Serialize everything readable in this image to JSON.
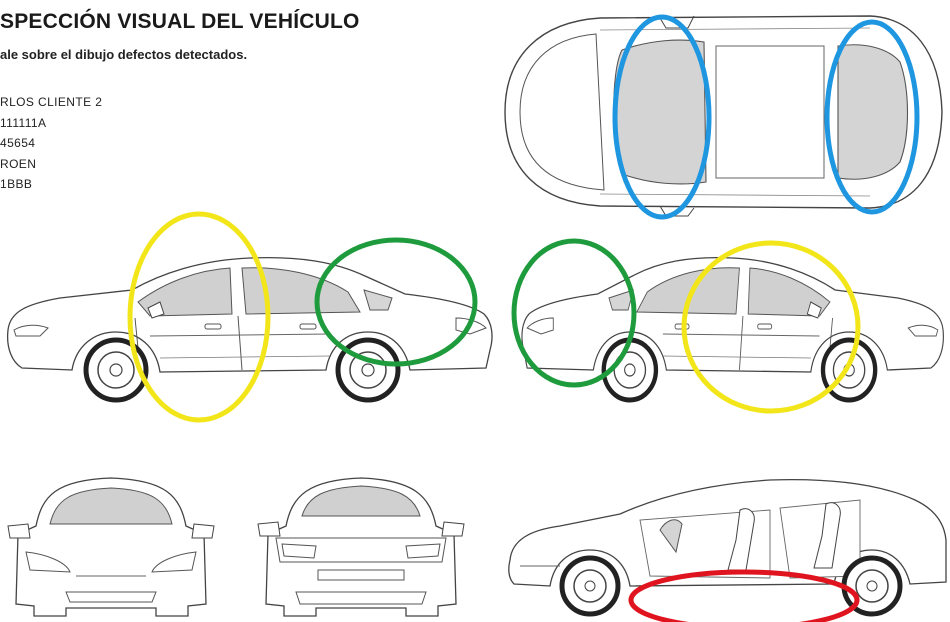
{
  "header": {
    "title": "SPECCIÓN VISUAL DEL VEHÍCULO",
    "subtitle": "ale sobre el dibujo defectos detectados."
  },
  "vehicle_info": [
    "RLOS CLIENTE 2",
    "111111A",
    "45654",
    "ROEN",
    "1BBB"
  ],
  "markings": {
    "blue": "#1e96e0",
    "green": "#1e9b3c",
    "yellow": "#f2e61a",
    "red": "#e0141e"
  }
}
